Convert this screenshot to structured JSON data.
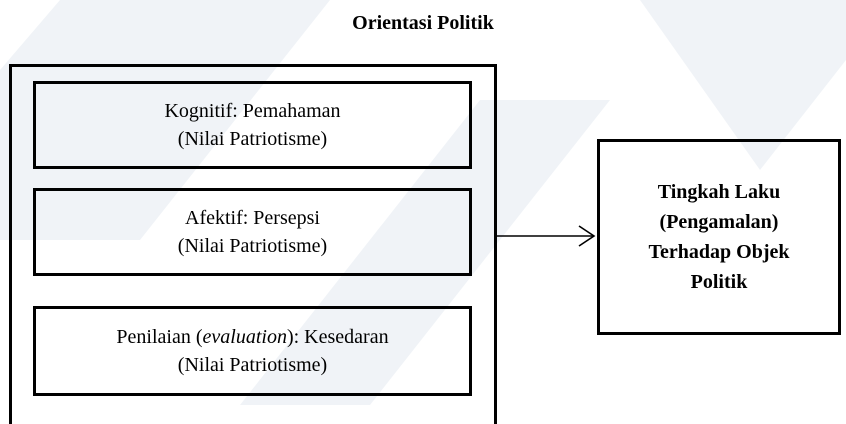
{
  "title": "Orientasi Politik",
  "orientation_boxes": [
    {
      "line1": "Kognitif: Pemahaman",
      "line2": "(Nilai Patriotisme)"
    },
    {
      "line1": "Afektif: Persepsi",
      "line2": "(Nilai Patriotisme)"
    },
    {
      "line1_prefix": "Penilaian (",
      "line1_italic": "evaluation",
      "line1_suffix": "): Kesedaran",
      "line2": "(Nilai Patriotisme)"
    }
  ],
  "result": {
    "lines": [
      "Tingkah Laku",
      "(Pengamalan)",
      "Terhadap Objek",
      "Politik"
    ]
  },
  "colors": {
    "line": "#000000",
    "background": "#ffffff",
    "watermark": "#e8eef4"
  }
}
